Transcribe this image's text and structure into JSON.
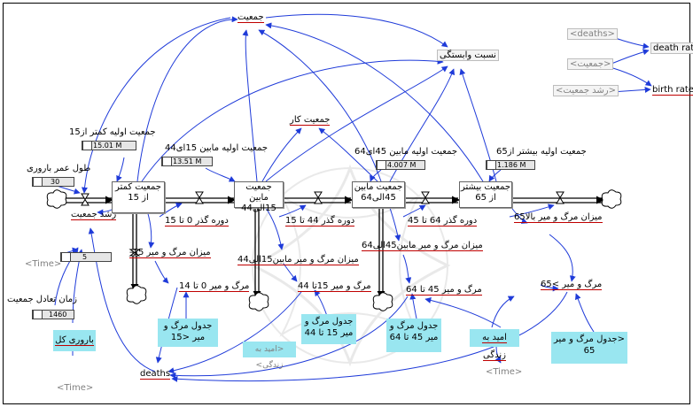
{
  "stocks": {
    "pop_under_15": "جمعیت کمتر از 15",
    "pop_15_44": "جمعیت مابین 15الی44",
    "pop_45_64": "جمعیت مابین 45الی64",
    "pop_over_65": "جمعیت بیشتر از 65"
  },
  "variables": {
    "population": "جمعیت",
    "dependency_ratio": "نسبت وابستگی",
    "working_population": "جمعیت کار",
    "growth": "رشد جمعیت",
    "fertility_length": "طول عمر باروری",
    "equilibrium_time": "زمان تعادل جمعیت",
    "total_fertility": "باروری کل",
    "time": "<Time>",
    "deaths": "deaths",
    "life_expectancy": "امید به زندگی",
    "period_1": "دوره گذر 0 تا 15",
    "period_2": "دوره گذر 44 تا 15",
    "period_3": "دوره گذر 64 تا 45",
    "mort_rate_1": "میزان مرگ و میر 15-",
    "mort_rate_2": "میزان مرگ و میر مابین15الی44",
    "mort_rate_3": "میزان مرگ و میر مابین45الی64",
    "mort_rate_4": "میزان مرگ و میر بالا65",
    "mort_1": "مرگ و میر 0 تا 14",
    "mort_2": "مرگ و میر 15تا 44",
    "mort_3": "مرگ و میر 45 تا 64",
    "mort_4": "مرگ و میر >65",
    "table_1": "جدول مرگ و میر <15",
    "table_2": "جدول مرگ و میر 15 تا 44",
    "table_3": "جدول مرگ و میر 45 تا 64",
    "table_4": "<جدول مرگ و میر 65",
    "life_exp_shadow": "<امید به زندگی>"
  },
  "initials": {
    "init_1_label": "جمعیت اولیه کمتر از15",
    "init_1_value": "15.01 M",
    "init_2_label": "جمعیت اولیه مابین 15ای44",
    "init_2_value": "13.51 M",
    "init_3_label": "جمعیت اولیه مابین 45ای64",
    "init_3_value": "4.007 M",
    "init_4_label": "جمعیت اولیه بیشتر از65",
    "init_4_value": "1.186 M"
  },
  "sliders": {
    "fertility_length_value": "30",
    "growth_value": "5",
    "equilibrium_value": "1460"
  },
  "rates_panel": {
    "deaths_shadow": "<deaths>",
    "population_shadow": "<جمعیت>",
    "growth_shadow": "<رشد جمعیت>",
    "death_rate": "death rate",
    "birth_rate": "birth rate"
  },
  "colors": {
    "link": "#1f3bd9",
    "flow_pipe": "#000000",
    "highlight_box": "#99e6f0",
    "underline": "#c00000"
  }
}
